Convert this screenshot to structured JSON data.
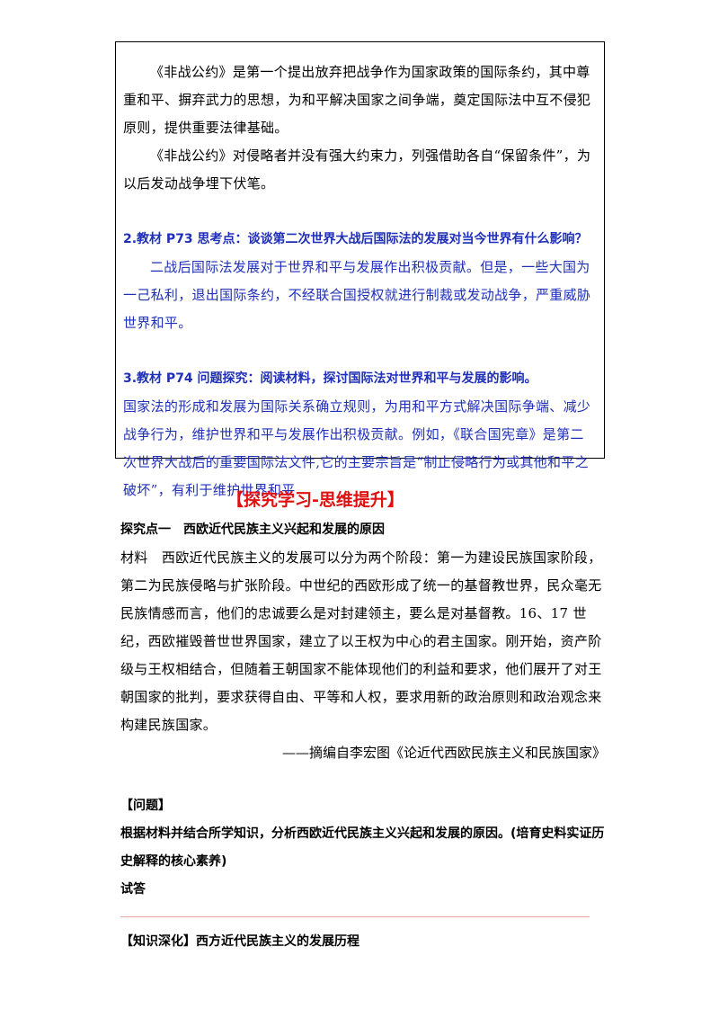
{
  "box": {
    "para1": "《非战公约》是第一个提出放弃把战争作为国家政策的国际条约，其中尊重和平、摒弃武力的思想，为和平解决国家之间争端，奠定国际法中互不侵犯原则，提供重要法律基础。",
    "para2": "《非战公约》对侵略者并没有强大约束力，列强借助各自“保留条件”，为以后发动战争埋下伏笔。",
    "q2": "2.教材 P73 思考点：谈谈第二次世界大战后国际法的发展对当今世界有什么影响？",
    "a2": "二战后国际法发展对于世界和平与发展作出积极贡献。但是，一些大国为一己私利，退出国际条约，不经联合国授权就进行制裁或发动战争，严重威胁世界和平。",
    "q3": "3.教材 P74 问题探究：阅读材料，探讨国际法对世界和平与发展的影响。",
    "a3": "国家法的形成和发展为国际关系确立规则，为用和平方式解决国际争端、减少战争行为，维护世界和平与发展作出积极贡献。例如，《联合国宪章》是第二次世界大战后的重要国际法文件,它的主要宗旨是“制止侵略行为或其他和平之破坏”，有利于维护世界和平"
  },
  "section": {
    "title": "【探究学习-思维提升】",
    "point1": "探究点一　西欧近代民族主义兴起和发展的原因",
    "material": "材料　西欧近代民族主义的发展可以分为两个阶段：第一为建设民族国家阶段，第二为民族侵略与扩张阶段。中世纪的西欧形成了统一的基督教世界，民众毫无民族情感而言，他们的忠诚要么是对封建领主，要么是对基督教。16、17 世纪，西欧摧毁普世世界国家，建立了以王权为中心的君主国家。刚开始，资产阶级与王权相结合，但随着王朝国家不能体现他们的利益和要求，他们展开了对王朝国家的批判，要求获得自由、平等和人权，要求用新的政治原则和政治观念来构建民族国家。",
    "source": "——摘编自李宏图《论近代西欧民族主义和民族国家》",
    "question_label": "【问题】",
    "question": "根据材料并结合所学知识，分析西欧近代民族主义兴起和发展的原因。(培育史料实证历史解释的核心素养)",
    "try_answer": "试答",
    "knowledge": "【知识深化】西方近代民族主义的发展历程"
  }
}
